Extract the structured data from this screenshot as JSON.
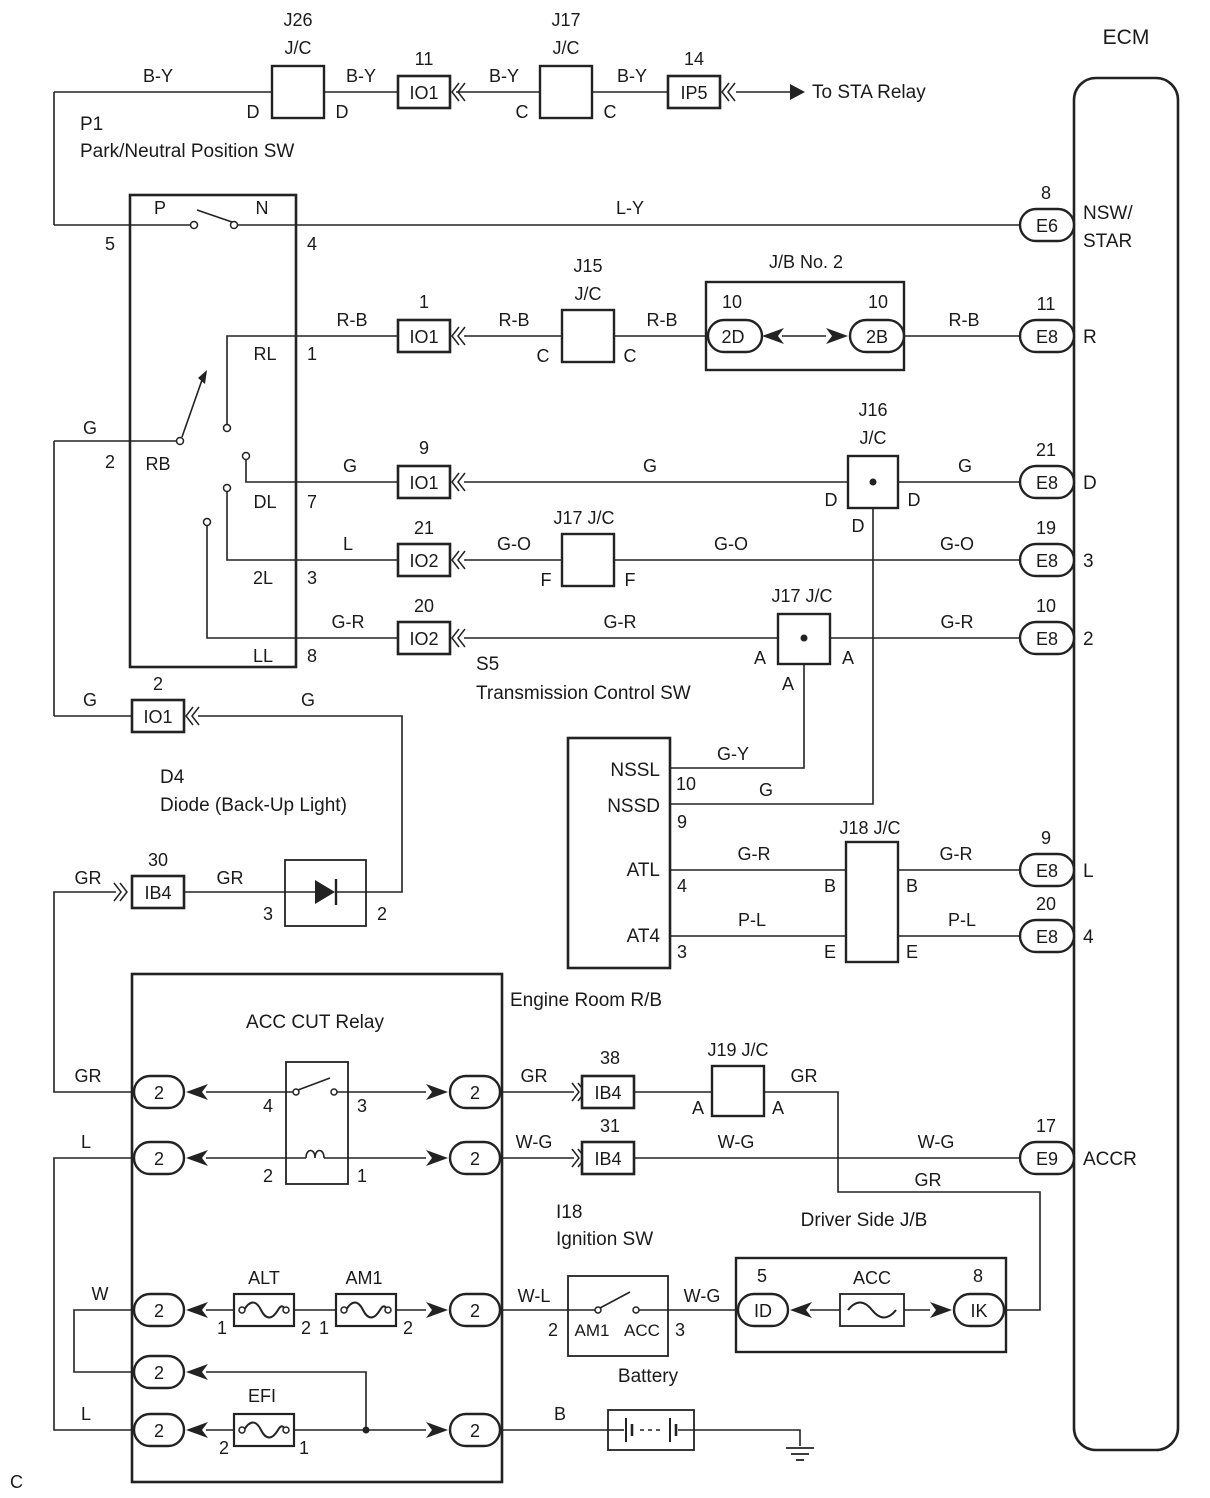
{
  "ecm": {
    "title": "ECM",
    "pins": [
      {
        "num": "8",
        "conn": "E6",
        "label": "NSW/",
        "label2": "STAR"
      },
      {
        "num": "11",
        "conn": "E8",
        "label": "R"
      },
      {
        "num": "21",
        "conn": "E8",
        "label": "D"
      },
      {
        "num": "19",
        "conn": "E8",
        "label": "3"
      },
      {
        "num": "10",
        "conn": "E8",
        "label": "2"
      },
      {
        "num": "9",
        "conn": "E8",
        "label": "L"
      },
      {
        "num": "20",
        "conn": "E8",
        "label": "4"
      },
      {
        "num": "17",
        "conn": "E9",
        "label": "ACCR"
      }
    ]
  },
  "p1": {
    "id": "P1",
    "name": "Park/Neutral Position SW",
    "terms": {
      "p": "P",
      "n": "N",
      "rl": "RL",
      "rb": "RB",
      "dl": "DL",
      "l2": "2L",
      "ll": "LL"
    },
    "pins": {
      "p5": "5",
      "p4": "4",
      "p1": "1",
      "p2": "2",
      "p7": "7",
      "p3": "3",
      "p8": "8"
    }
  },
  "top": {
    "j26": {
      "name": "J26",
      "sub": "J/C",
      "pin": "D"
    },
    "j17": {
      "name": "J17",
      "sub": "J/C",
      "pin": "C"
    },
    "io1": {
      "num": "11",
      "label": "IO1"
    },
    "ip5": {
      "num": "14",
      "label": "IP5"
    },
    "dest": "To STA Relay",
    "wire": "B-Y"
  },
  "rows": {
    "ly": "L-Y",
    "rb": {
      "wire": "R-B",
      "io": "IO1",
      "num": "1",
      "jc": "J15",
      "jcsub": "J/C",
      "jcpin": "C"
    },
    "jb2": {
      "title": "J/B No. 2",
      "l": "2D",
      "r": "2B",
      "ln": "10",
      "rn": "10"
    },
    "g": {
      "wire": "G",
      "io": "IO1",
      "num": "9",
      "jc": "J16",
      "jcsub": "J/C",
      "jcpin": "D"
    },
    "l": {
      "wire": "L",
      "wire2": "G-O",
      "io": "IO2",
      "num": "21",
      "jc": "J17 J/C",
      "jcpin": "F"
    },
    "gr": {
      "wire": "G-R",
      "io": "IO2",
      "num": "20",
      "jc": "J17 J/C",
      "jcpin": "A"
    }
  },
  "s5": {
    "id": "S5",
    "name": "Transmission Control SW",
    "terms": {
      "nssl": "NSSL",
      "nssd": "NSSD",
      "atl": "ATL",
      "at4": "AT4"
    },
    "pins": {
      "p10": "10",
      "p9": "9",
      "p4": "4",
      "p3": "3"
    },
    "wires": {
      "gy": "G-Y",
      "g": "G",
      "gr": "G-R",
      "pl": "P-L"
    },
    "jc": "J18 J/C",
    "jcpins": {
      "b": "B",
      "e": "E"
    }
  },
  "left": {
    "g": "G",
    "gr": "GR",
    "l": "L",
    "w": "W",
    "io1b": {
      "num": "2",
      "label": "IO1"
    },
    "ib4a": {
      "num": "30",
      "label": "IB4"
    }
  },
  "d4": {
    "id": "D4",
    "name": "Diode (Back-Up Light)",
    "p3": "3",
    "p2": "2"
  },
  "rb_box": {
    "title": "Engine Room R/B",
    "relay": "ACC CUT Relay",
    "relay_pins": {
      "p4": "4",
      "p3": "3",
      "p2": "2",
      "p1": "1"
    },
    "conn": "2",
    "fuses": {
      "alt": "ALT",
      "am1": "AM1",
      "efi": "EFI"
    },
    "fuse_pins": {
      "one": "1",
      "two": "2"
    }
  },
  "lower": {
    "ib4b": {
      "num": "38",
      "label": "IB4"
    },
    "ib4c": {
      "num": "31",
      "label": "IB4"
    },
    "j19": {
      "name": "J19 J/C",
      "pin": "A"
    },
    "wires": {
      "gr": "GR",
      "wg": "W-G",
      "wl": "W-L",
      "b": "B"
    },
    "ign": {
      "id": "I18",
      "name": "Ignition SW",
      "am1": "AM1",
      "acc": "ACC",
      "p2": "2",
      "p3": "3"
    },
    "djb": {
      "title": "Driver Side J/B",
      "id": "ID",
      "ik": "IK",
      "n5": "5",
      "n8": "8",
      "acc": "ACC"
    },
    "battery": "Battery"
  },
  "corner": "C"
}
